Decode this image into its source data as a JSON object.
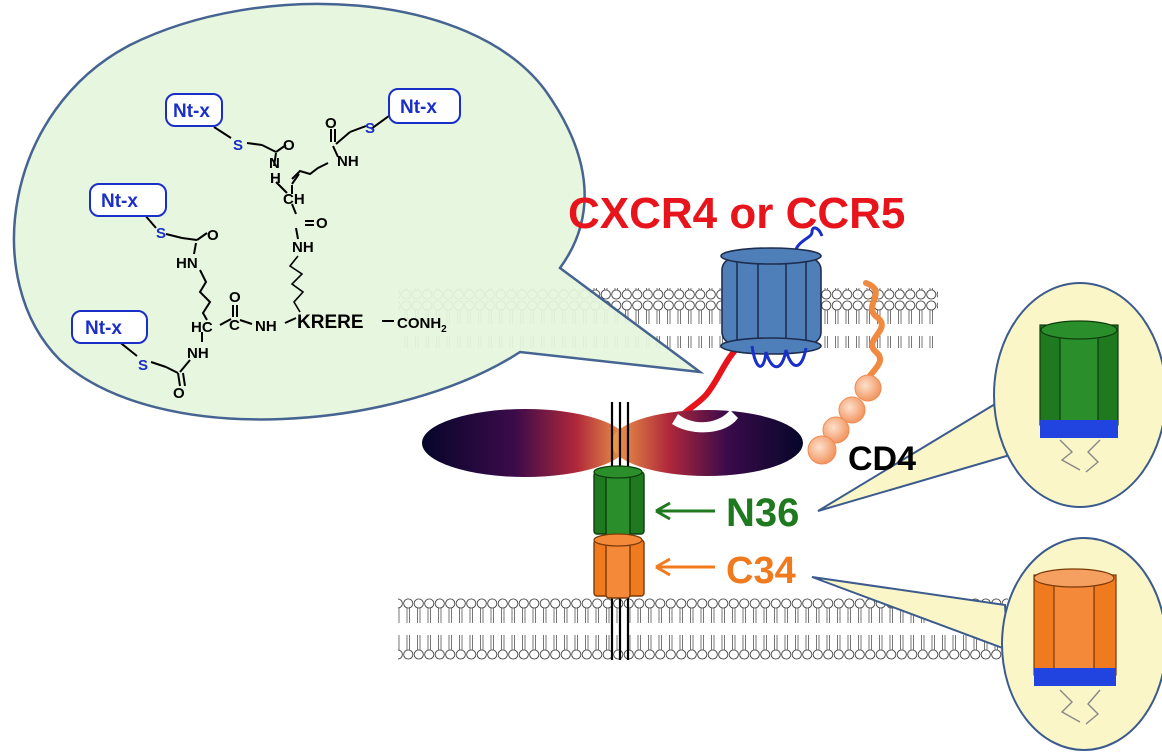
{
  "colors": {
    "bubble_fill": "#e6f6dc",
    "callout_fill": "#fbf6c8",
    "coreceptor_blue": "#4f7fb8",
    "n36_green": "#1f7a1f",
    "c34_orange": "#f07a1e",
    "receptor_red": "#e8141c",
    "cd4_orange": "#f5a070",
    "tag_blue": "#1a2fc8"
  },
  "molecule": {
    "tags": [
      "Nt-x",
      "Nt-x",
      "Nt-x",
      "Nt-x"
    ],
    "sulfur": "S",
    "oxygen": "O",
    "nh": "NH",
    "hn": "HN",
    "n": "N",
    "h": "H",
    "ch": "CH",
    "hc": "HC",
    "c": "C",
    "peptide": "KRERE",
    "amide_end": "CONH",
    "amide_sub": "2"
  },
  "labels": {
    "coreceptor": "CXCR4 or CCR5",
    "cd4": "CD4",
    "n36": "N36",
    "c34": "C34"
  }
}
